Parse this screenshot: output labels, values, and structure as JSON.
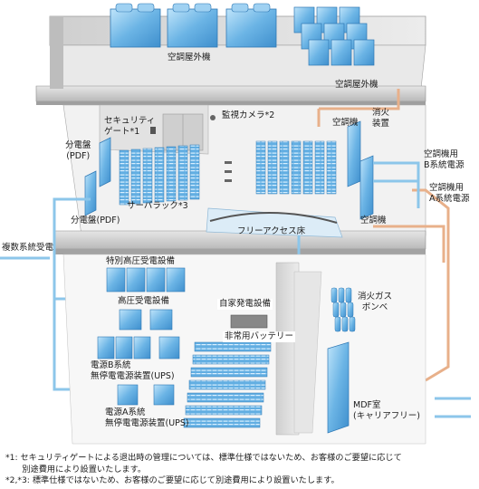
{
  "labels": {
    "rooftop_ac_1": "空調屋外機",
    "rooftop_ac_2": "空調屋外機",
    "security_gate": "セキュリティ\nゲート*1",
    "camera": "監視カメラ*2",
    "fire_extinguisher_equipment": "消火\n装置",
    "ac_unit_upper": "空調機",
    "ac_power_b": "空調機用\nB系統電源",
    "ac_power_a": "空調機用\nA系統電源",
    "pdf_upper": "分電盤\n(PDF)",
    "pdf_lower": "分電盤(PDF)",
    "server_rack": "サーバラック*3",
    "ac_unit_lower": "空調機",
    "free_access_floor": "フリーアクセス床",
    "multi_system_receiving": "複数系統受電",
    "special_hv_equipment": "特別高圧受電設備",
    "hv_equipment": "高圧受電設備",
    "private_generator": "自家発電設備",
    "fire_gas_cylinder": "消火ガス\nボンベ",
    "emergency_battery": "非常用バッテリー",
    "ups_b": "電源B系統\n無停電電源装置(UPS)",
    "ups_a": "電源A系統\n無停電電源装置(UPS)",
    "mdf_room": "MDF室\n(キャリアフリー)"
  },
  "footnotes": [
    "*1: セキュリティゲートによる退出時の管理については、標準仕様ではないため、お客様のご要望に応じて",
    "　　別途費用により設置いたします。",
    "*2,*3: 標準仕様ではないため、お客様のご要望に応じて別途費用により設置いたします。"
  ],
  "colors": {
    "equipment_blue": "#5fa9de",
    "equipment_light": "#bfe0f5",
    "slab_gray": "#d4d4d4",
    "pipe_orange": "#e8b08a",
    "pipe_blue": "#8cc6ea"
  }
}
